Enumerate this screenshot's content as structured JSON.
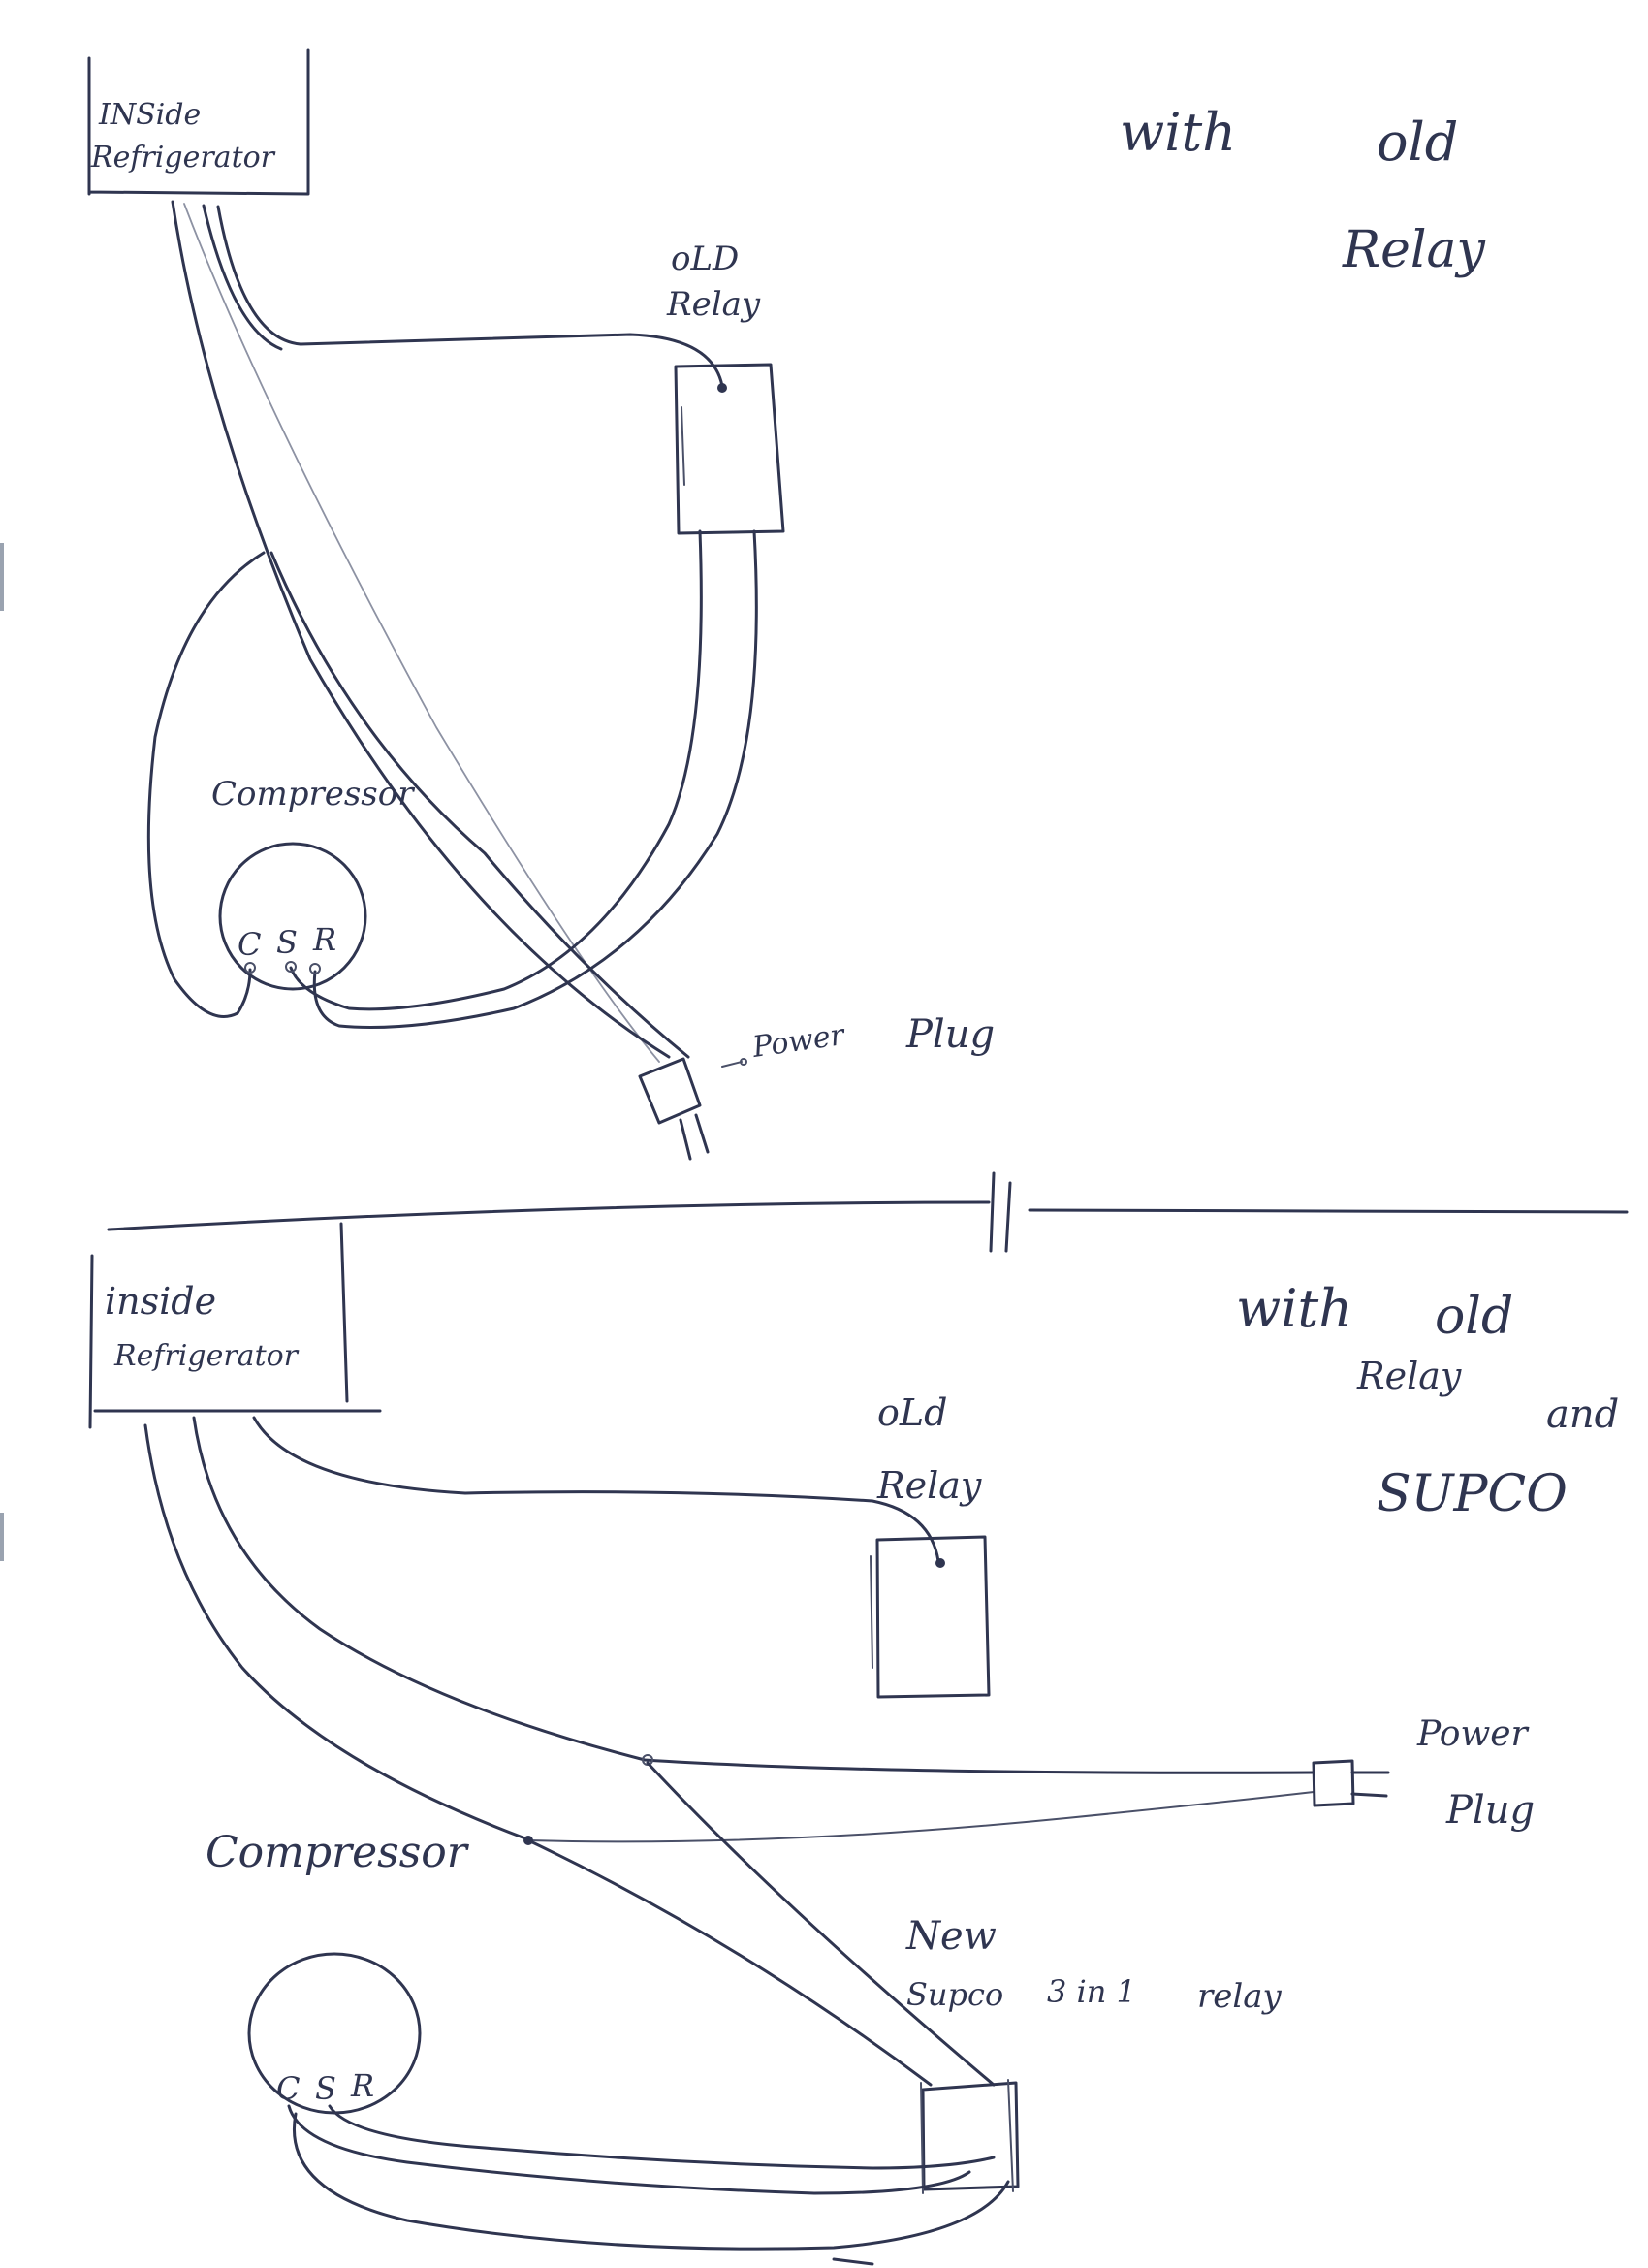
{
  "diagram": {
    "top": {
      "heading": [
        "with",
        "old",
        "Relay"
      ],
      "fridge_box": [
        "INSide",
        "Refrigerator"
      ],
      "relay_label": [
        "oLD",
        "Relay"
      ],
      "compressor_label": "Compressor",
      "terminals": [
        "C",
        "S",
        "R"
      ],
      "plug_label": "Power",
      "plug_label2": "Plug"
    },
    "bottom": {
      "heading": [
        "with",
        "old",
        "Relay",
        "and",
        "SUPCO"
      ],
      "fridge_box": [
        "inside",
        "Refrigerator"
      ],
      "relay_label": [
        "oLd",
        "Relay"
      ],
      "compressor_label": "Compressor",
      "terminals": [
        "C",
        "S",
        "R"
      ],
      "plug_label": [
        "Power",
        "Plug"
      ],
      "new_relay_label": [
        "New",
        "Supco",
        "3 in 1",
        "relay"
      ]
    }
  }
}
